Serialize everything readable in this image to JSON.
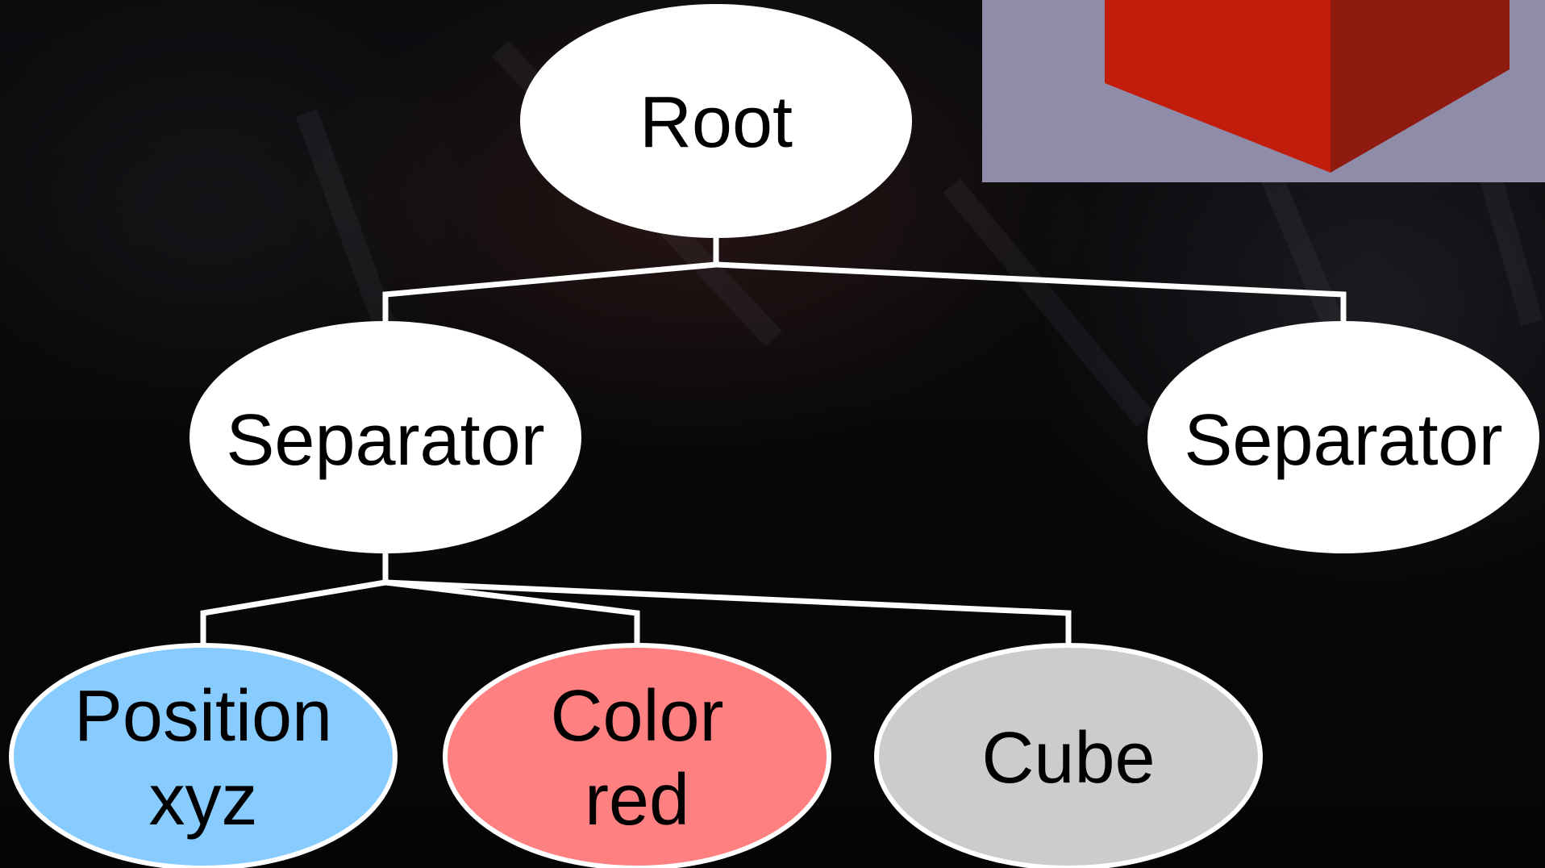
{
  "diagram": {
    "root": {
      "label": "Root",
      "fill": "#ffffff"
    },
    "separator_left": {
      "label": "Separator",
      "fill": "#ffffff"
    },
    "separator_right": {
      "label": "Separator",
      "fill": "#ffffff"
    },
    "position": {
      "line1": "Position",
      "line2": "xyz",
      "fill": "#87cbff"
    },
    "color": {
      "line1": "Color",
      "line2": "red",
      "fill": "#ff8080"
    },
    "cube": {
      "label": "Cube",
      "fill": "#cccccc"
    }
  },
  "preview": {
    "background": "#8e8ca8",
    "cube_front": "#c21c0c",
    "cube_side": "#8e1a10"
  },
  "colors": {
    "edge": "#ffffff",
    "text": "#000000"
  }
}
